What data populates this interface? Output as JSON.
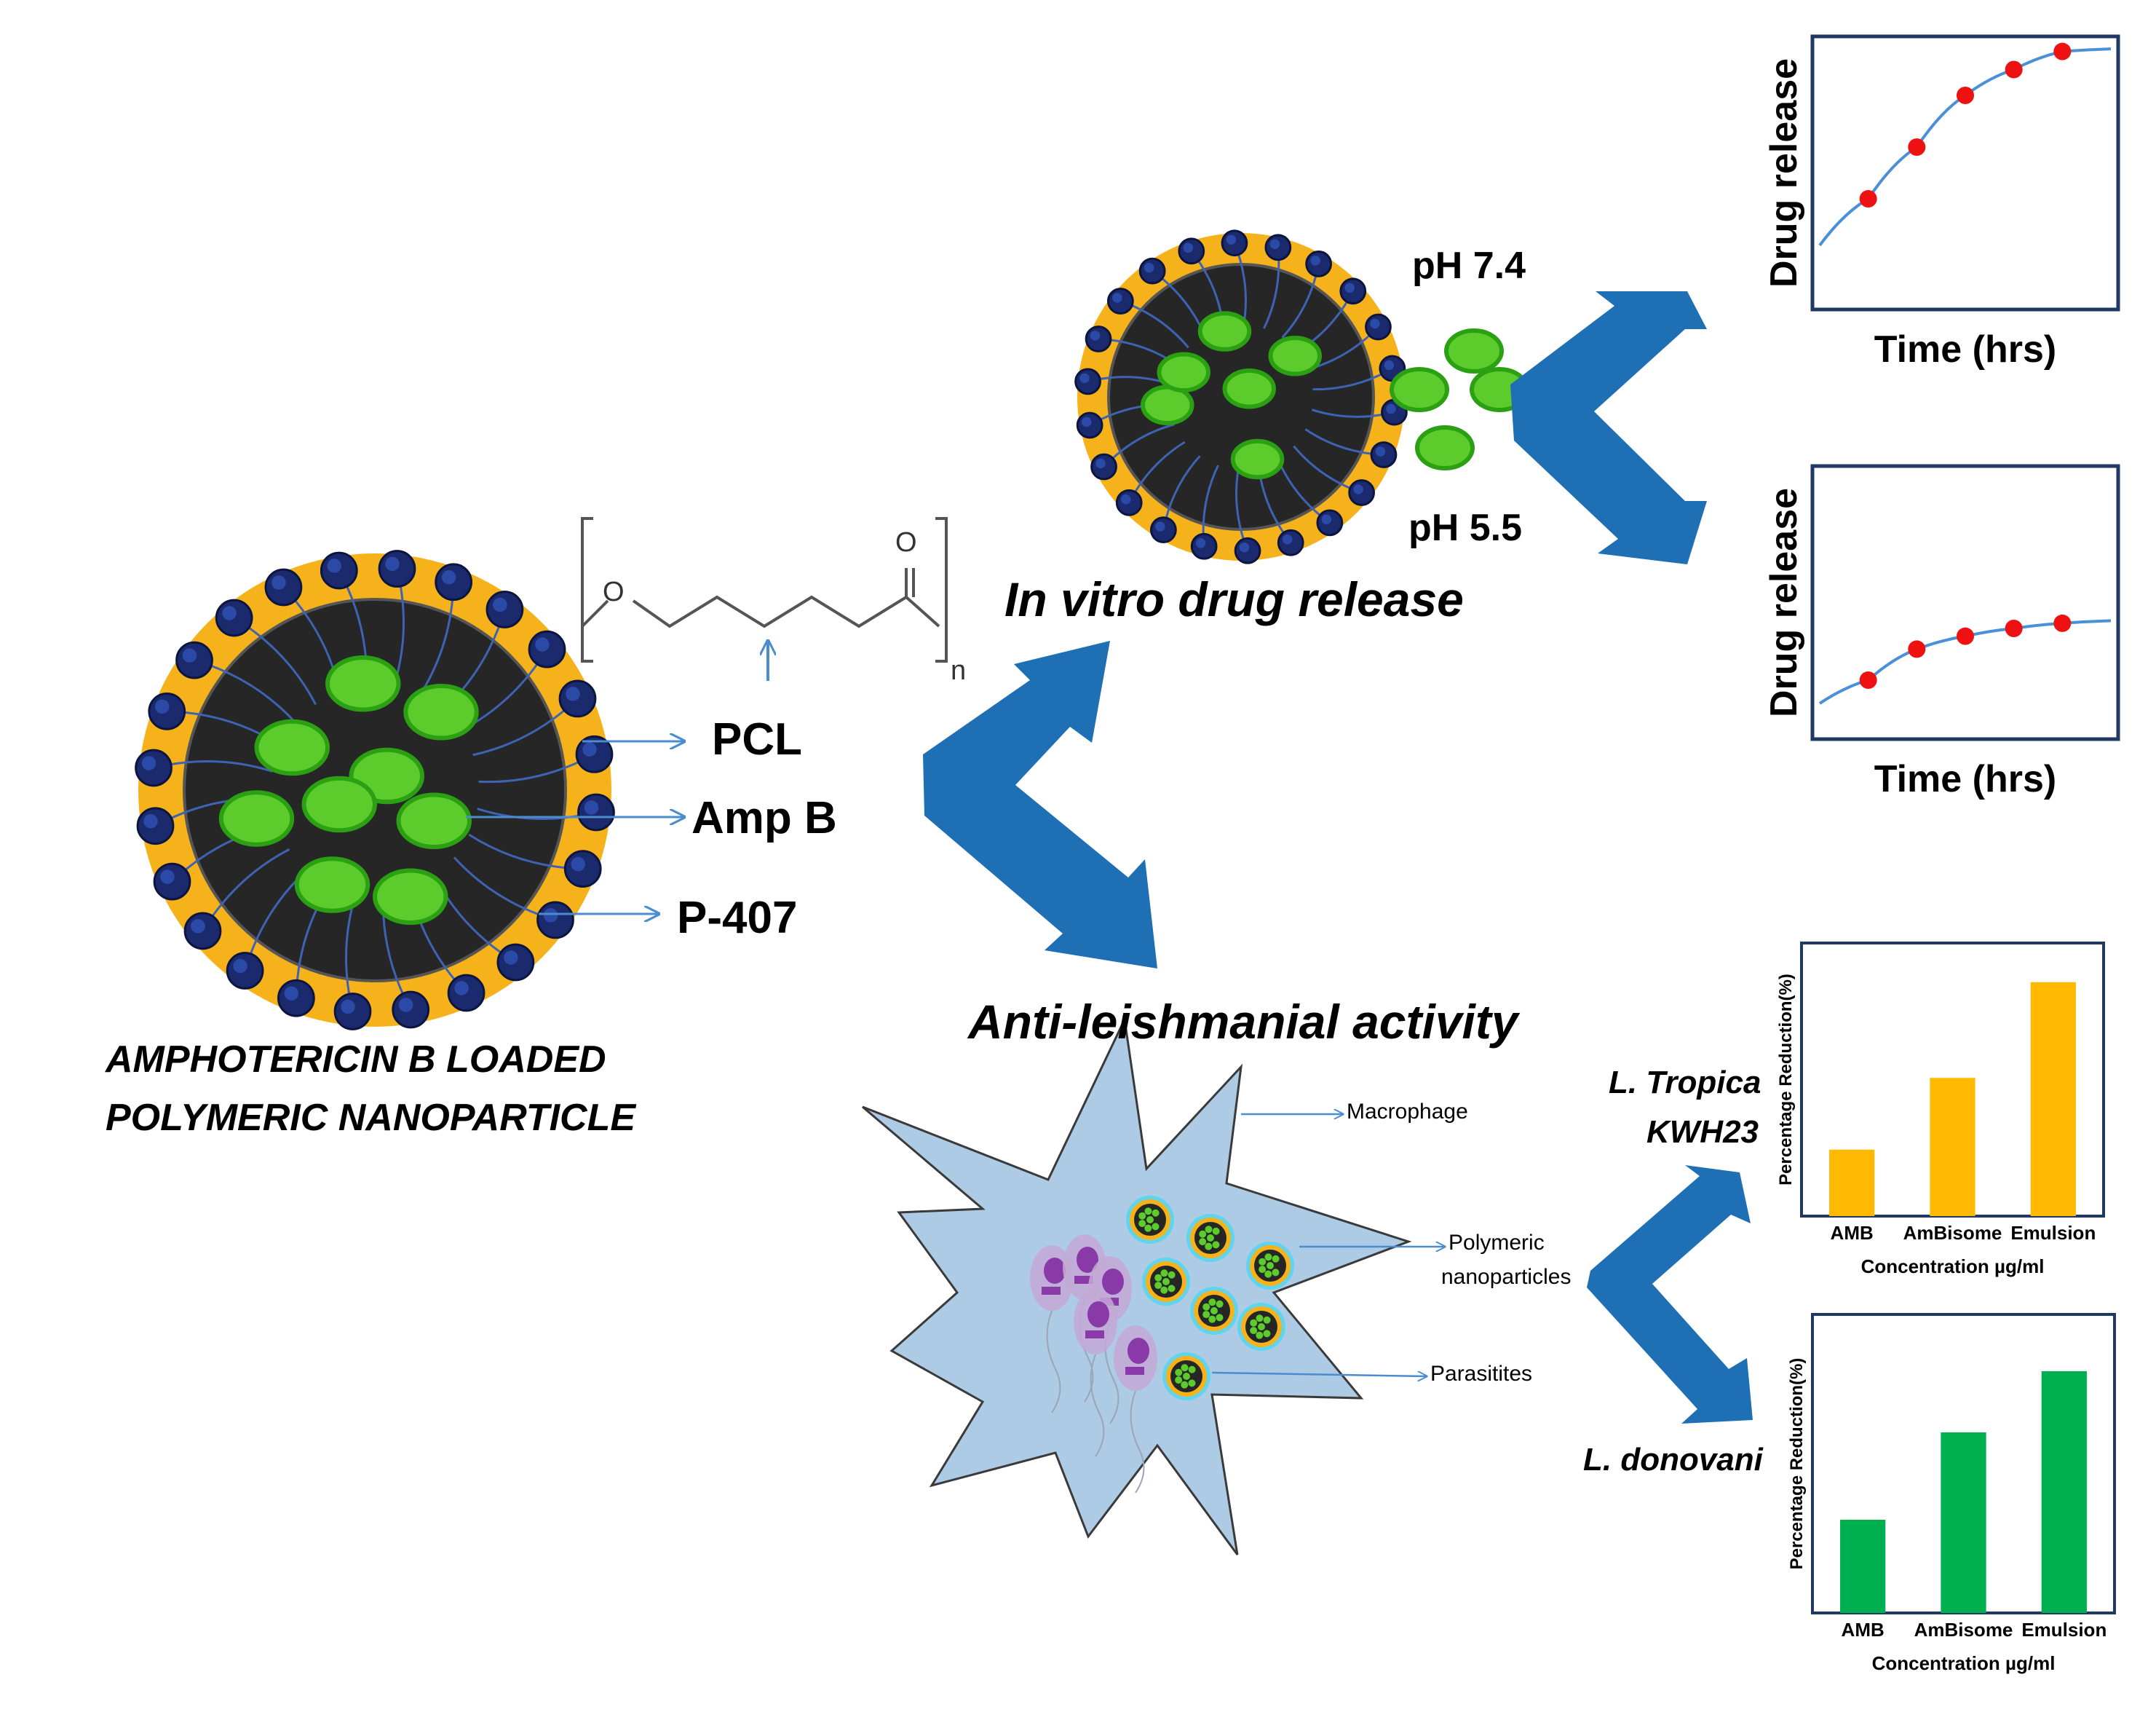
{
  "colors": {
    "shell": "#f5b21b",
    "core": "#262626",
    "drug": "#5ccb2c",
    "drug_rim": "#2aa012",
    "polymer_head": "#1a2a6c",
    "polymer_tail": "#3f63b3",
    "arrow": "#1f6fb5",
    "thin_arrow": "#4a8ccd",
    "dot": "#ee1111",
    "curve": "#4a90d9",
    "macrophage": "#aecbe6",
    "parasite": "#8a3aa8",
    "bar_orange": "#ffb900",
    "bar_green": "#00b050"
  },
  "nanoparticle": {
    "title_line1": "AMPHOTERICIN B LOADED",
    "title_line2": "POLYMERIC NANOPARTICLE",
    "labels": {
      "pcl": "PCL",
      "ampb": "Amp B",
      "p407": "P-407"
    },
    "structure": {
      "o": "O",
      "carbonyl_o": "O",
      "n": "n"
    }
  },
  "release": {
    "title": "In vitro drug release",
    "ph1": "pH 7.4",
    "ph2": "pH 5.5"
  },
  "activity": {
    "title": "Anti-leishmanial activity",
    "macrophage": "Macrophage",
    "nanoparticles_line1": "Polymeric",
    "nanoparticles_line2": "nanoparticles",
    "parasites": "Parasitites",
    "species1_line1": "L. Tropica",
    "species1_line2": "KWH23",
    "species2": "L. donovani"
  },
  "chart_data": [
    {
      "type": "scatter",
      "ylabel": "Drug release",
      "xlabel": "Time (hrs)",
      "x": [
        1,
        2,
        3,
        4,
        5
      ],
      "y": [
        0.4,
        0.6,
        0.8,
        0.9,
        0.97
      ],
      "xlim": [
        0,
        6
      ],
      "ylim": [
        0,
        1
      ]
    },
    {
      "type": "scatter",
      "ylabel": "Drug release",
      "xlabel": "Time (hrs)",
      "x": [
        1,
        2,
        3,
        4,
        5
      ],
      "y": [
        0.2,
        0.32,
        0.37,
        0.4,
        0.42
      ],
      "xlim": [
        0,
        6
      ],
      "ylim": [
        0,
        1
      ]
    },
    {
      "type": "bar",
      "ylabel": "Percentage Reduction(%)",
      "xlabel": "Concentration µg/ml",
      "categories": [
        "AMB",
        "AmBisome",
        "Emulsion"
      ],
      "values": [
        25,
        52,
        88
      ],
      "ylim": [
        0,
        100
      ]
    },
    {
      "type": "bar",
      "ylabel": "Percentage Reduction(%)",
      "xlabel": "Concentration µg/ml",
      "categories": [
        "AMB",
        "AmBisome",
        "Emulsion"
      ],
      "values": [
        32,
        62,
        83
      ],
      "ylim": [
        0,
        100
      ]
    }
  ]
}
